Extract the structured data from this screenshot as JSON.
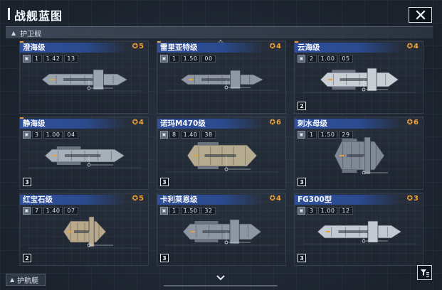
{
  "header": {
    "title": "战舰蓝图"
  },
  "section": {
    "label": "护卫舰"
  },
  "footer": {
    "tab_label": "护航艇"
  },
  "colors": {
    "accent_blue": "#2f4f9a",
    "star_orange": "#f2a33a",
    "new_marker": "#e89a3c"
  },
  "cards": [
    {
      "name": "澄海级",
      "stars": "5",
      "icon": "1",
      "stat": "1.42",
      "stat2": "13",
      "tier": "",
      "new": true
    },
    {
      "name": "雷里亚特级",
      "stars": "4",
      "icon": "1",
      "stat": "1.50",
      "stat2": "00",
      "tier": "",
      "new": true
    },
    {
      "name": "云海级",
      "stars": "4",
      "icon": "2",
      "stat": "1.00",
      "stat2": "05",
      "tier": "2",
      "new": true
    },
    {
      "name": "静海级",
      "stars": "4",
      "icon": "3",
      "stat": "1.00",
      "stat2": "04",
      "tier": "3",
      "new": true
    },
    {
      "name": "诺玛M470级",
      "stars": "6",
      "icon": "8",
      "stat": "1.40",
      "stat2": "38",
      "tier": "3",
      "new": false
    },
    {
      "name": "刺水母级",
      "stars": "6",
      "icon": "1",
      "stat": "1.50",
      "stat2": "29",
      "tier": "3",
      "new": false
    },
    {
      "name": "红宝石级",
      "stars": "5",
      "icon": "7",
      "stat": "1.40",
      "stat2": "07",
      "tier": "2",
      "new": false
    },
    {
      "name": "卡利莱恩级",
      "stars": "4",
      "icon": "1",
      "stat": "1.50",
      "stat2": "32",
      "tier": "3",
      "new": false
    },
    {
      "name": "FG300型",
      "stars": "3",
      "icon": "3",
      "stat": "1.00",
      "stat2": "12",
      "tier": "3",
      "new": false
    }
  ]
}
